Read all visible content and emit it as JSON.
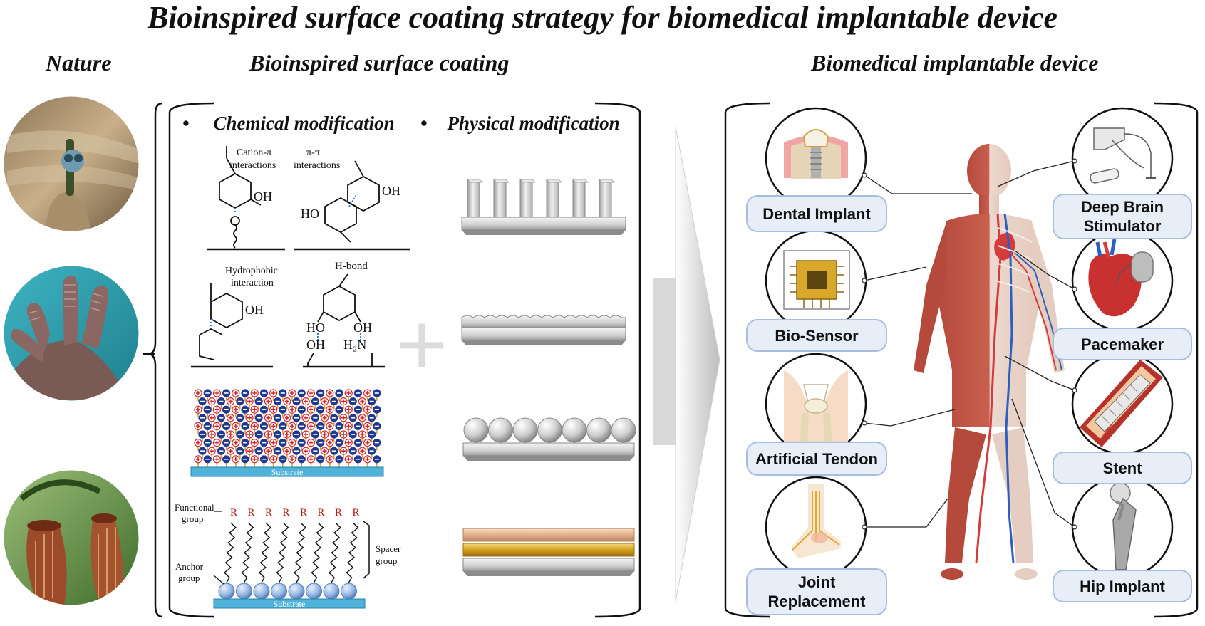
{
  "title": "Bioinspired surface coating strategy for biomedical implantable device",
  "sections": {
    "nature": "Nature",
    "coating": "Bioinspired surface coating",
    "device": "Biomedical implantable device"
  },
  "coating": {
    "chemical_heading": "Chemical modification",
    "physical_heading": "Physical modification",
    "bullet": "•",
    "interactions": {
      "cation_pi": [
        "Cation-π",
        "interactions"
      ],
      "pi_pi": [
        "π-π",
        "interactions"
      ],
      "hydrophobic": [
        "Hydrophobic",
        "interaction"
      ],
      "hbond": "H-bond"
    },
    "chem_labels": {
      "oh": "OH",
      "ho": "HO",
      "h2n": "H₂N"
    },
    "substrate": "Substrate",
    "sam": {
      "functional": [
        "Functional",
        "group"
      ],
      "spacer": [
        "Spacer",
        "group"
      ],
      "anchor": [
        "Anchor",
        "group"
      ],
      "r": "R"
    },
    "plus": "+"
  },
  "devices": {
    "left": [
      "Dental Implant",
      "Bio-Sensor",
      "Artificial Tendon",
      "Joint Replacement"
    ],
    "right": [
      "Deep Brain Stimulator",
      "Pacemaker",
      "Stent",
      "Hip Implant"
    ]
  },
  "colors": {
    "label_bg": "#e8eef8",
    "label_border": "#a9bde0",
    "positive_charge": "#d62728",
    "negative_charge": "#1f3a93",
    "substrate": "#4fb3d9",
    "muscle": "#b54a3c"
  }
}
